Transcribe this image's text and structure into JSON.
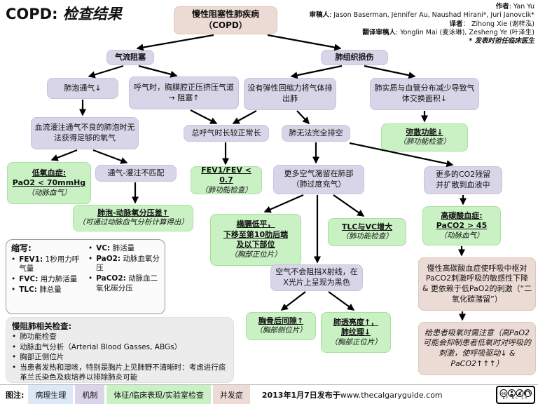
{
  "title": {
    "prefix": "COPD:",
    "suffix": " 检查结果"
  },
  "credits": {
    "l1_label": "作者",
    "l1_text": ": Yan Yu",
    "l2_label": "审稿人",
    "l2_text": ": Jason Baserman, Jennifer Au, Naushad Hirani*, Juri Janovcik*",
    "l3_label": "译者",
    "l3_text": "： Zihong Xie (谢梓泓)",
    "l4_label": "翻译审稿人",
    "l4_text": ": Yonglin Mai (麦泳琳), Zesheng Ye (叶泽生)",
    "l5": "* 发表时担任临床医生"
  },
  "nodes": {
    "copd_l1": "慢性阻塞性肺疾病",
    "copd_l2": "（COPD）",
    "airflow": "气流阻塞",
    "tissue": "肺组织损伤",
    "alv_vent": "肺泡通气↓",
    "exhale_pressure": "呼气时，胸膜腔正压挤压气道→ 阻塞↑",
    "no_recoil": "没有弹性回缩力将气体排出肺",
    "parenchyma": "肺实质与血管分布减少导致气体交换面积↓",
    "perfusion": "血流灌注通气不良的肺泡时无法获得足够的氧气",
    "exhale_time": "总呼气时长较正常长",
    "incomplete_empty": "肺无法完全排空",
    "diffusion_title": "弥散功能↓",
    "diffusion_sub": "（肺功能检查）",
    "hypox_t1": "低氧血症:",
    "hypox_t2": "PaO2 < 70mmHg",
    "hypox_sub": "（动脉血气）",
    "vq": "通气-灌注不匹配",
    "trap_l1": "更多空气潴留在肺部",
    "trap_l2": "（肺过度充气）",
    "co2_l1": "更多的CO2残留",
    "co2_l2": "并扩散到血液中",
    "fev_title": "FEV1/FEV < 0.7",
    "fev_sub": "（肺功能检查）",
    "aa_title": "肺泡-动脉氧分压差↑",
    "aa_sub": "（可通过动脉血气分析计算得出）",
    "dia_t1": "横膈低平，",
    "dia_t2": "下移至第10肋后端",
    "dia_t3": "及以下部位",
    "dia_sub": "（胸部正位片）",
    "tlc_title": "TLC与VC增大",
    "tlc_sub": "（肺功能检查）",
    "hyperc_t1": "高碳酸血症:",
    "hyperc_t2": "PaCO2 > 45",
    "hyperc_sub": "（动脉血气）",
    "xray": "空气不会阻挡X射线，在X光片上呈现为黑色",
    "co2_insens": "慢性高碳酸血症使呼吸中枢对PaCO2刺激呼吸的敏感性下降 & 更依赖于低PaO2的刺激（“二氧化碳潴留”）",
    "retro_title": "胸骨后间隙↑",
    "retro_sub": "（胸部侧位片）",
    "lucency_t1": "肺透亮度↑，",
    "lucency_t2": "肺纹理↓",
    "lucency_sub": "（胸部正位片）",
    "o2_caution": "给患者吸氧时需注意（高PaO2可能会抑制患者低氧时对呼吸的刺激，使呼吸驱动↓ & PaCO2↑↑↑）"
  },
  "abbr": {
    "heading": "缩写:",
    "col1": [
      {
        "key": "FEV1:",
        "desc": "1秒用力呼气量"
      },
      {
        "key": "FVC:",
        "desc": "用力肺活量"
      },
      {
        "key": "TLC:",
        "desc": "肺总量"
      }
    ],
    "col2": [
      {
        "key": "VC:",
        "desc": "肺活量"
      },
      {
        "key": "PaO2:",
        "desc": "动脉血氧分压"
      },
      {
        "key": "PaCO2:",
        "desc": "动脉血二氧化碳分压"
      }
    ]
  },
  "tests": {
    "heading": "慢阻肺相关检查:",
    "items": [
      "肺功能检查",
      "动脉血气分析（Arterial Blood Gasses, ABGs）",
      "胸部正侧位片",
      "当患者发热和湿咳，特别是胸片上见肺野不清晰时：考虑进行痰革兰氏染色及痰培养以排除肺炎可能"
    ]
  },
  "legend": {
    "label": "图注:",
    "items": [
      {
        "text": "病理生理",
        "color": "#dce8f6"
      },
      {
        "text": "机制",
        "color": "#dad5e9"
      },
      {
        "text": "体征/临床表现/实验室检查",
        "color": "#c9f1c4"
      },
      {
        "text": "并发症",
        "color": "#eddcd6"
      }
    ],
    "published_date": "2013年1月7日发布于",
    "published_url": " www.thecalgaryguide.com",
    "cc_caption": "BY NC SA"
  },
  "colors": {
    "pathophysiology": "#dce8f6",
    "mechanism": "#d9d5e8",
    "sign": "#c9f1c4",
    "complication": "#ecdbd4",
    "arrow": "#000000"
  }
}
